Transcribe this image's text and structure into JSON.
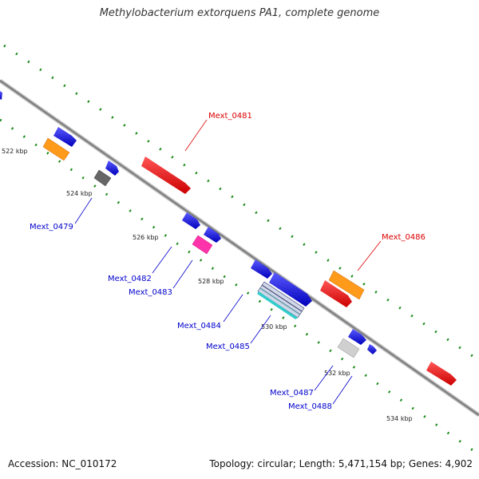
{
  "title": "Methylobacterium extorquens PA1, complete genome",
  "footer": {
    "accession": "Accession: NC_010172",
    "summary": "Topology: circular; Length: 5,471,154 bp; Genes: 4,902"
  },
  "colors": {
    "backbone": "#8a8a8a",
    "ticks": "#1a8a1a",
    "label_default": "#0000cc",
    "label_highlight": "#dd0000"
  },
  "kbp_markers": [
    "522 kbp",
    "524 kbp",
    "526 kbp",
    "528 kbp",
    "530 kbp",
    "532 kbp",
    "534 kbp"
  ],
  "gene_labels": [
    {
      "name": "Mext_0479",
      "highlight": false
    },
    {
      "name": "Mext_0481",
      "highlight": true
    },
    {
      "name": "Mext_0482",
      "highlight": false
    },
    {
      "name": "Mext_0483",
      "highlight": false
    },
    {
      "name": "Mext_0484",
      "highlight": false
    },
    {
      "name": "Mext_0485",
      "highlight": false
    },
    {
      "name": "Mext_0486",
      "highlight": true
    },
    {
      "name": "Mext_0487",
      "highlight": false
    },
    {
      "name": "Mext_0488",
      "highlight": false
    }
  ]
}
